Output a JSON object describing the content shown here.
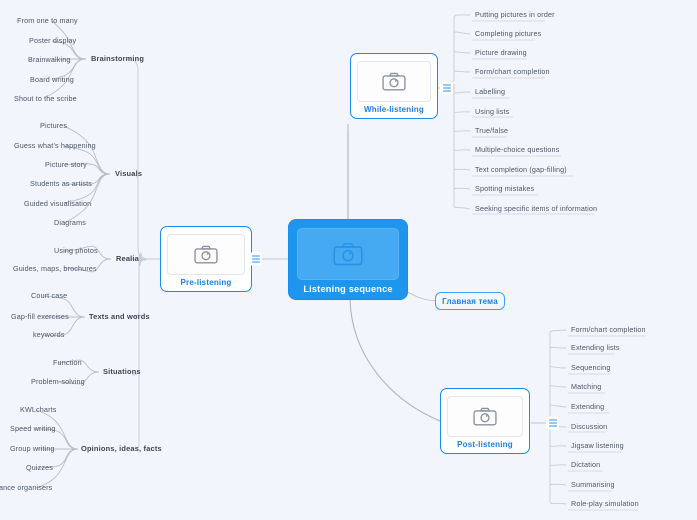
{
  "canvas": {
    "background": "#f2f5fb",
    "link_color": "#b8bcc6",
    "accent": "#1a8cf0",
    "text_color": "#4d5666"
  },
  "central_node": {
    "label": "Listening sequence",
    "icon": "camera-icon",
    "fill": "#1e96ee"
  },
  "nodes": {
    "pre_listening": {
      "label": "Pre-listening",
      "icon": "camera-icon"
    },
    "while_listening": {
      "label": "While-listening",
      "icon": "camera-icon"
    },
    "post_listening": {
      "label": "Post-listening",
      "icon": "camera-icon"
    },
    "main_topic": {
      "label": "Главная тема"
    }
  },
  "branches": [
    {
      "id": "brainstorming",
      "label": "Brainstorming",
      "parent": "pre_listening",
      "side": "left",
      "children": [
        "From one to many",
        "Poster display",
        "Brainwalking",
        "Board writing",
        "Shout to the scribe"
      ]
    },
    {
      "id": "visuals",
      "label": "Visuals",
      "parent": "pre_listening",
      "side": "left",
      "children": [
        "Pictures",
        "Guess what's happening",
        "Picture story",
        "Students as artists",
        "Guided visualisation",
        "Diagrams"
      ]
    },
    {
      "id": "realia",
      "label": "Realia",
      "parent": "pre_listening",
      "side": "left",
      "children": [
        "Using photos",
        "Guides, maps, brochures"
      ]
    },
    {
      "id": "texts_and_words",
      "label": "Texts and words",
      "parent": "pre_listening",
      "side": "left",
      "children": [
        "Court case",
        "Gap-fill exercises",
        "keywords"
      ]
    },
    {
      "id": "situations",
      "label": "Situations",
      "parent": "pre_listening",
      "side": "left",
      "children": [
        "Function",
        "Problem-solving"
      ]
    },
    {
      "id": "opinions_ideas_facts",
      "label": "Opinions, ideas, facts",
      "parent": "pre_listening",
      "side": "left",
      "children": [
        "KWLcharts",
        "Speed writing",
        "Group writing",
        "Quizzes",
        "ance organisers"
      ]
    },
    {
      "id": "while_listening_tasks",
      "label": "",
      "parent": "while_listening",
      "side": "right",
      "children": [
        "Putting pictures in order",
        "Completing pictures",
        "Picture drawing",
        "Form/chart completion",
        "Labelling",
        "Using lists",
        "True/false",
        "Multiple-choice questions",
        "Text completion (gap-filling)",
        "Spotting mistakes",
        "Seeking specific items of information"
      ]
    },
    {
      "id": "post_listening_tasks",
      "label": "",
      "parent": "post_listening",
      "side": "right",
      "children": [
        "Form/chart completion",
        "Extending lists",
        "Sequencing",
        "Matching",
        "Extending",
        "Discussion",
        "Jigsaw listening",
        "Dictation",
        "Summarising",
        "Role-play simulation"
      ]
    }
  ]
}
